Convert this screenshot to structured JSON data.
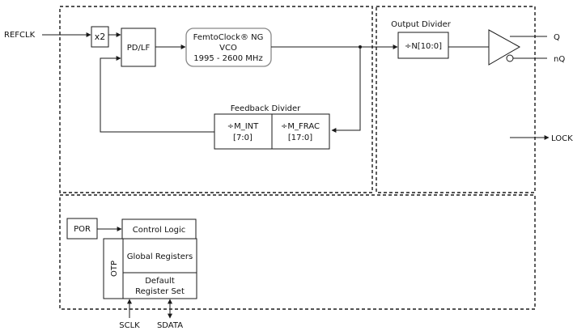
{
  "signals": {
    "refclk": "REFCLK",
    "q": "Q",
    "nq": "nQ",
    "lock": "LOCK",
    "sclk": "SCLK",
    "sdata": "SDATA"
  },
  "blocks": {
    "doubler": "x2",
    "pdlf": "PD/LF",
    "vco_line1": "FemtoClock® NG",
    "vco_line2": "VCO",
    "vco_line3": "1995 - 2600 MHz",
    "output_divider_title": "Output Divider",
    "output_divider_value": "÷N[10:0]",
    "feedback_divider_title": "Feedback Divider",
    "m_int_line1": "÷M_INT",
    "m_int_line2": "[7:0]",
    "m_frac_line1": "÷M_FRAC",
    "m_frac_line2": "[17:0]",
    "por": "POR",
    "control_logic": "Control Logic",
    "global_registers": "Global Registers",
    "otp": "OTP",
    "default_line1": "Default",
    "default_line2": "Register Set"
  },
  "colors": {
    "line": "#1a1a1a",
    "vco_border": "#888888"
  }
}
